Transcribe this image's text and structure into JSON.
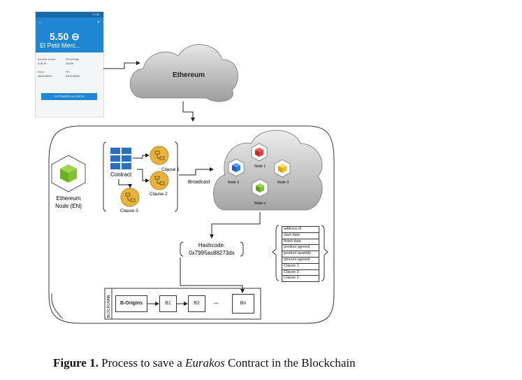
{
  "phone": {
    "status_bar": "17:34",
    "amount": "5.50 ⊖",
    "merchant": "El Petit Merc...",
    "importe_label": "Importe inicial",
    "importe_value": "5.00 ⊖",
    "porcentaje_label": "Porcentaje",
    "porcentaje_value": "10.0%",
    "inicio_label": "Inicio",
    "inicio_value": "10/11/2015",
    "fin_label": "Fin",
    "fin_value": "24/11/2015",
    "button": "EXTENDER LA CESTA"
  },
  "diagram": {
    "cloud_label": "Ethereum",
    "node_en_label_line1": "Ethereum",
    "node_en_label_line2": "Node (EN)",
    "contract_label": "Contract",
    "clause1": "Clause 1",
    "clause2": "Clause 2",
    "clause3": "Clause 3",
    "broadcast": "Broadcast",
    "node1": "Node 1",
    "node2": "Node 2",
    "node3": "Node 3",
    "noden": "Node n",
    "hashcode_label": "Hashcode:",
    "hashcode_value": "0x7995as88273dx",
    "attributes": [
      "address id",
      "start date",
      "finish date",
      "product agreed",
      "product quantity",
      "amount agreed",
      "Clause 1",
      "Clause 2",
      "Clause 3"
    ],
    "blockchain_label": "BLOCKCHAIN",
    "blocks": [
      "B-Origins",
      "B1",
      "B2",
      "...",
      "Bn"
    ]
  },
  "caption": {
    "prefix": "Figure 1.",
    "text1": " Process to save a ",
    "italic": "Eurakos",
    "text2": " Contract in the Blockchain"
  }
}
